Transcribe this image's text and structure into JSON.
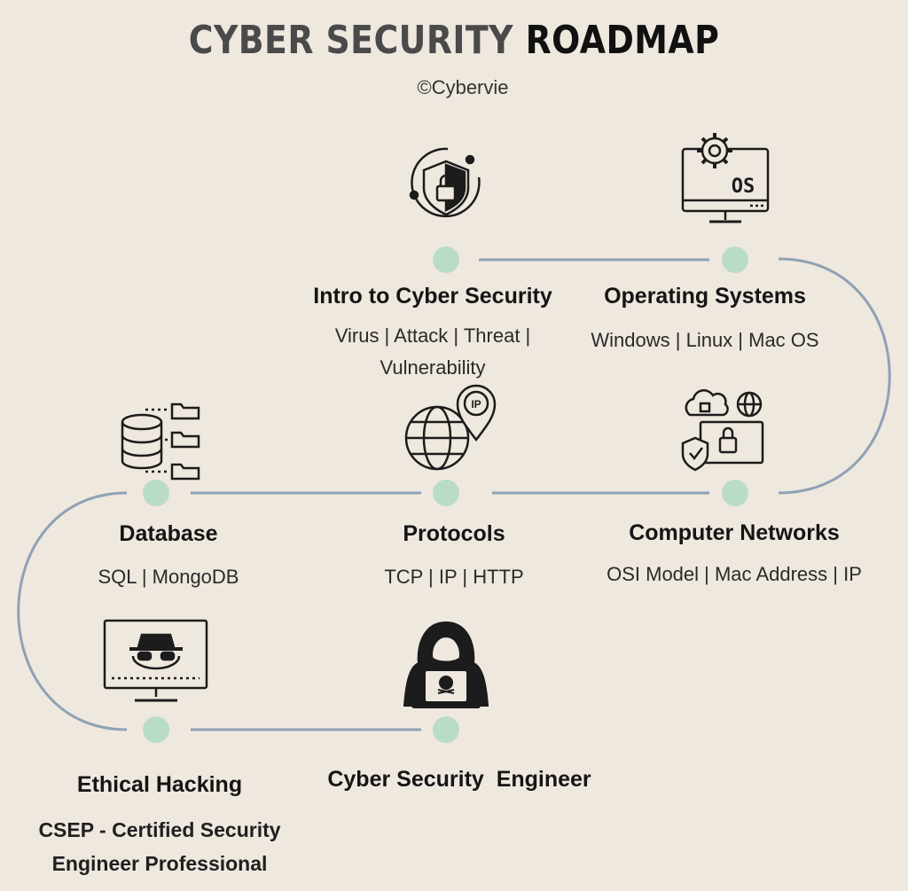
{
  "header": {
    "title_part1": "CYBER SECURITY",
    "title_part2": "ROADMAP",
    "credit": "©Cybervie"
  },
  "colors": {
    "background": "#efe8df",
    "path_line": "#8ea2b5",
    "node_dot": "#b9dcc8",
    "icon_stroke": "#1c1c1c"
  },
  "steps": [
    {
      "id": "intro",
      "title": "Intro to Cyber Security",
      "description": "Virus | Attack | Threat |",
      "description_2": "Vulnerability",
      "icon": "shield-lock-icon"
    },
    {
      "id": "os",
      "title": "Operating Systems",
      "description": "Windows | Linux | Mac OS",
      "icon": "monitor-os-gear-icon"
    },
    {
      "id": "networks",
      "title": "Computer Networks",
      "description": "OSI Model | Mac Address | IP",
      "icon": "network-security-icon"
    },
    {
      "id": "protocols",
      "title": "Protocols",
      "description": "TCP | IP | HTTP",
      "icon": "globe-ip-pin-icon"
    },
    {
      "id": "database",
      "title": "Database",
      "description": "SQL | MongoDB",
      "icon": "database-folders-icon"
    },
    {
      "id": "ethical",
      "title": "Ethical Hacking",
      "description": "CSEP - Certified Security",
      "description_2": "Engineer Professional",
      "icon": "spy-monitor-icon"
    },
    {
      "id": "engineer",
      "title": "Cyber Security  Engineer",
      "icon": "hooded-hacker-icon"
    }
  ],
  "icon_text": {
    "os_label": "OS",
    "ip_label": "IP"
  }
}
